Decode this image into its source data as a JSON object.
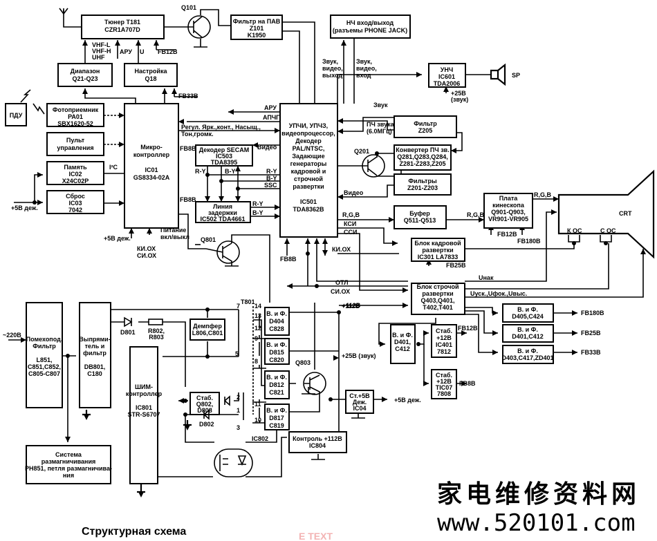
{
  "title": "Структурная схема",
  "watermark": {
    "line1": "家电维修资料网",
    "line2": "www.520101.com",
    "faint_text": "E TEXT"
  },
  "blocks": {
    "tuner": [
      "Тюнер T181",
      "CZR1A707D"
    ],
    "q101": "Q101",
    "saw_filter": [
      "Фильтр на ПАВ",
      "Z101",
      "K1950"
    ],
    "lf_io": [
      "НЧ вход/выход",
      "(разъемы PHONE JACK)"
    ],
    "band": [
      "Диапазон",
      "Q21-Q23"
    ],
    "tuning": [
      "Настройка",
      "Q18"
    ],
    "remote": "ПДУ",
    "photo_receiver": [
      "Фотоприемник",
      "PA01",
      "SBX1620-52"
    ],
    "control_panel": [
      "Пульт",
      "управления"
    ],
    "memory": [
      "Память",
      "IC02",
      "X24C02P"
    ],
    "reset": [
      "Сброс",
      "IC03",
      "7042"
    ],
    "mcu": [
      "Микро-",
      "контроллер",
      "",
      "IC01",
      "GS8334-02A"
    ],
    "secam_decoder": [
      "Декодер SECAM",
      "IC503",
      "TDA8395"
    ],
    "delay_line": [
      "Линия",
      "задержки",
      "IC502 TDA4661"
    ],
    "main_ic": [
      "УПЧИ, УПЧЗ,",
      "видеопроцессор,",
      "Декодер",
      "PAL/NTSC,",
      "Задающие",
      "генераторы",
      "кадровой и",
      "строчной",
      "развертки",
      "",
      "IC501",
      "TDA8362B"
    ],
    "audio_amp": [
      "УНЧ",
      "IC601",
      "TDA2006"
    ],
    "speaker": "SP",
    "filter_z205": [
      "Фильтр",
      "Z205"
    ],
    "converter": [
      "Конвертер ПЧ зв.",
      "Q281,Q283,Q284,",
      "Z281-Z283,Z205"
    ],
    "filters_z201": [
      "Фильтры",
      "Z201-Z203"
    ],
    "q201": "Q201",
    "buffer": [
      "Буфер",
      "Q511-Q513"
    ],
    "crt_board": [
      "Плата",
      "кинескопа",
      "Q901-Q903,",
      "VR901-VR905"
    ],
    "crt": "CRT",
    "vert_scan": [
      "Блок кадровой",
      "развертки",
      "IC301 LA7833"
    ],
    "horiz_scan": [
      "Блок строчой",
      "развертки",
      "Q403,Q401,",
      "T402,T401"
    ],
    "rf_d405": [
      "В. и Ф.",
      "D405,C424"
    ],
    "rf_d401b": [
      "В. и Ф.",
      "D401,C412"
    ],
    "rf_d403": [
      "В. и Ф.",
      "D403,C417,ZD401"
    ],
    "rf_d401a": [
      "В. и Ф.",
      "D401,",
      "C412"
    ],
    "stab_ic401": [
      "Стаб.",
      "+12В",
      "IC401",
      "7812"
    ],
    "stab_tic07": [
      "Стаб.",
      "+12В",
      "TIC07",
      "7808"
    ],
    "noise_filter": [
      "Помехопод.",
      "Фильтр",
      "",
      "L851,",
      "C851,C852,",
      "C805-C807"
    ],
    "rectifier": [
      "Выпрями-",
      "тель и",
      "фильтр",
      "",
      "DB801,",
      "C180"
    ],
    "degauss": [
      "Система",
      "размагничивания",
      "PH851, петля размагничива-",
      "ния"
    ],
    "pwm": [
      "ШИМ-",
      "контроллер",
      "",
      "IC801",
      "STR-S6707"
    ],
    "damper": [
      "Демпфер",
      "L806,C801"
    ],
    "stab_q802": [
      "Стаб.",
      "Q802,",
      "D808"
    ],
    "rf_d404": [
      "В. и Ф.",
      "D404",
      "C828"
    ],
    "rf_d815": [
      "В. и Ф.",
      "D815",
      "C820"
    ],
    "rf_d812": [
      "В. и Ф.",
      "D812",
      "C821"
    ],
    "rf_d817": [
      "В. и Ф.",
      "D817",
      "C819"
    ],
    "stab_5v": [
      "Ст.+5В",
      "Деж.",
      "IC04"
    ],
    "control_112": [
      "Контроль +112В",
      "IC804"
    ],
    "q801": "Q801",
    "q803": "Q803",
    "t801": "T801",
    "ic802": "IC802"
  },
  "labels": {
    "vhf": [
      "VHF-L",
      "VHF-H",
      "UHF"
    ],
    "apu": "АРУ",
    "u": "U",
    "fb12": "FB12В",
    "fb33": "FB33В",
    "fb8": "FB8В",
    "fb25": "FB25В",
    "fb180": "FB180В",
    "i2c": "I²C",
    "plus5_standby": "+5В деж.",
    "power_onoff": [
      "Питание",
      "вкл/выкл"
    ],
    "ki_si_ox": [
      "КИ.ОХ",
      "СИ.ОХ"
    ],
    "sound_video_out": [
      "Звук,",
      "видео,",
      "выход"
    ],
    "sound_video_in": [
      "Звук,",
      "видео,",
      "вход"
    ],
    "sound": "Звук",
    "plus25_sound": [
      "+25В",
      "(звук)"
    ],
    "apchg": "АПЧГ",
    "adjust": [
      "Регул. Ярк.,конт., Насыщ.,",
      "Тон,громк."
    ],
    "sound_if": [
      "ПЧ звука",
      "(6.0МГц)"
    ],
    "video": "Видео",
    "ry": "R-Y",
    "by": "B-Y",
    "ssc": "SSC",
    "rgb": "R,G,B",
    "ksi": "КСИ",
    "ssi": "ССИ",
    "ki_ox": "КИ.ОХ",
    "otl": "ОТЛ",
    "si_ox": "СИ.ОХ",
    "u_anode": "Uнак",
    "u_focus": "Uуск.,Uфок.,Uвыс.",
    "k_os": "К ОС",
    "s_os": "С ОС",
    "plus112": "+112В",
    "plus25_sound_out": "+25В (звук)",
    "plus5_out": "+5В деж.",
    "mains": "~220В",
    "d801": "D801",
    "r802": [
      "R802,",
      "R803"
    ],
    "d802": "D802",
    "pins": [
      "14",
      "13",
      "12",
      "9",
      "8",
      "11",
      "10",
      "7",
      "5",
      "2",
      "1",
      "3"
    ]
  }
}
